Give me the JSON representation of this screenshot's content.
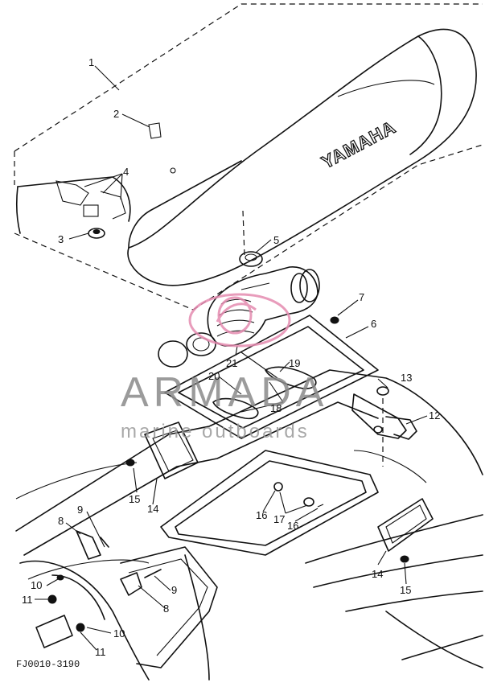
{
  "diagram": {
    "brand_mark": "YAMAHA",
    "drawing_code": "FJ0010-3190",
    "watermark": {
      "line1": "ARMADA",
      "line2": "marine outboards",
      "logo_color": "#e58bb0",
      "text_color": "#8a8a8a"
    },
    "callouts": [
      {
        "id": "c1",
        "label": "1"
      },
      {
        "id": "c2",
        "label": "2"
      },
      {
        "id": "c3",
        "label": "3"
      },
      {
        "id": "c4",
        "label": "4"
      },
      {
        "id": "c5",
        "label": "5"
      },
      {
        "id": "c6",
        "label": "6"
      },
      {
        "id": "c7",
        "label": "7"
      },
      {
        "id": "c8a",
        "label": "8"
      },
      {
        "id": "c8b",
        "label": "8"
      },
      {
        "id": "c9a",
        "label": "9"
      },
      {
        "id": "c9b",
        "label": "9"
      },
      {
        "id": "c10a",
        "label": "10"
      },
      {
        "id": "c10b",
        "label": "10"
      },
      {
        "id": "c11a",
        "label": "11"
      },
      {
        "id": "c11b",
        "label": "11"
      },
      {
        "id": "c12",
        "label": "12"
      },
      {
        "id": "c13",
        "label": "13"
      },
      {
        "id": "c14a",
        "label": "14"
      },
      {
        "id": "c14b",
        "label": "14"
      },
      {
        "id": "c15a",
        "label": "15"
      },
      {
        "id": "c15b",
        "label": "15"
      },
      {
        "id": "c16a",
        "label": "16"
      },
      {
        "id": "c16b",
        "label": "16"
      },
      {
        "id": "c17",
        "label": "17"
      },
      {
        "id": "c18",
        "label": "18"
      },
      {
        "id": "c19",
        "label": "19"
      },
      {
        "id": "c20",
        "label": "20"
      },
      {
        "id": "c21",
        "label": "21"
      }
    ]
  }
}
